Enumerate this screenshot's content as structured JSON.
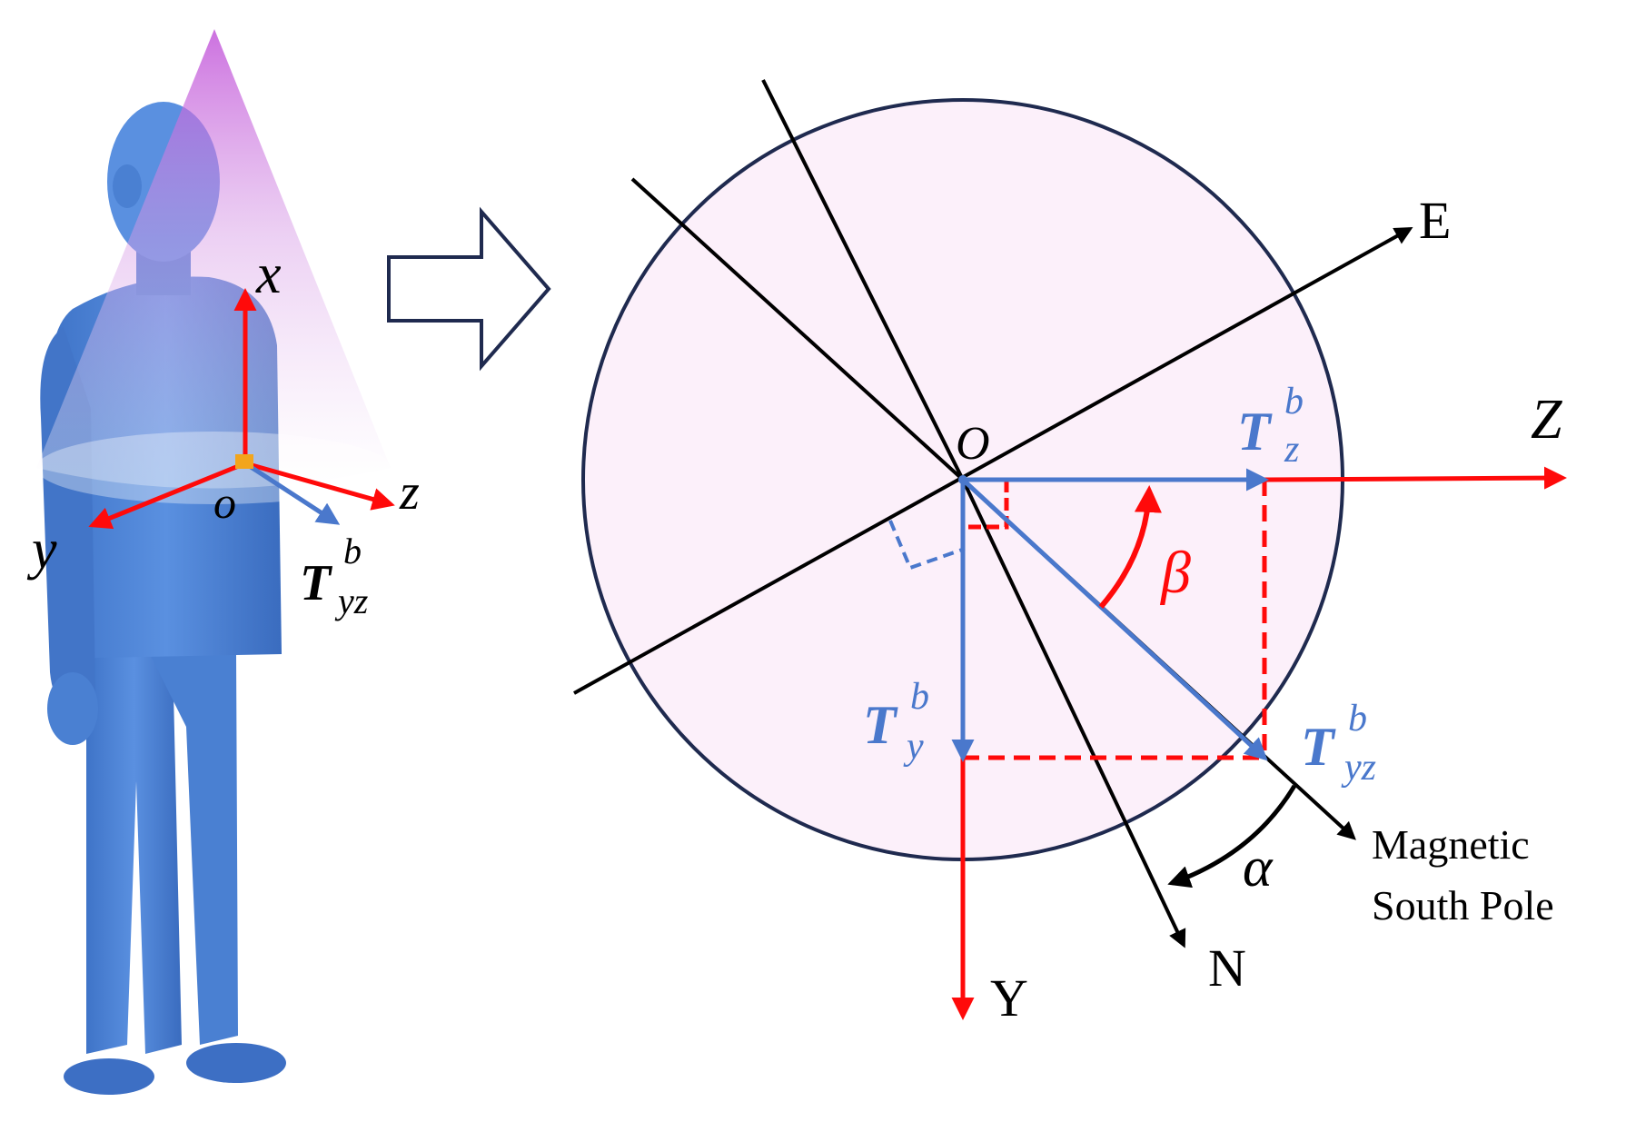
{
  "colors": {
    "red": "#ff0a0a",
    "blue": "#4a78cc",
    "black": "#000000",
    "circle_fill": "#fcf0fa",
    "circle_stroke": "#1f2a4f",
    "figure_blue": "#4f86d8",
    "cone_purple": "#c04fd8",
    "origin_marker": "#f2a51c"
  },
  "left_figure": {
    "axis_x": "x",
    "axis_y": "y",
    "axis_z": "z",
    "origin": "o",
    "vector_base": "T",
    "vector_sup": "b",
    "vector_sub": "yz"
  },
  "arrow_icon": "hollow-right-arrow",
  "circle_diagram": {
    "origin": "O",
    "east": "E",
    "north": "N",
    "axis_Z": "Z",
    "axis_Y": "Y",
    "beta": "β",
    "alpha": "α",
    "magnetic_line1": "Magnetic",
    "magnetic_line2": "South Pole",
    "tz_base": "T",
    "tz_sup": "b",
    "tz_sub": "z",
    "ty_base": "T",
    "ty_sup": "b",
    "ty_sub": "y",
    "tyz_base": "T",
    "tyz_sup": "b",
    "tyz_sub": "yz"
  }
}
